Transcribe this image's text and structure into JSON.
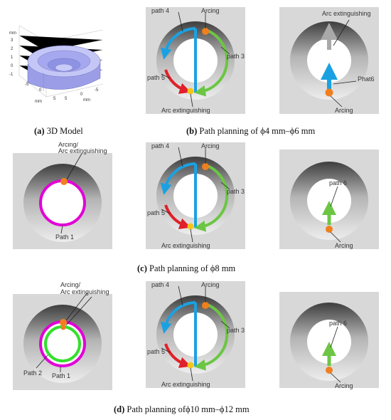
{
  "colors": {
    "tile_bg": "#d8d8d8",
    "ring_dark": "#555555",
    "ring_light": "#f2f2f2",
    "path_blue": "#1ba1e2",
    "path_green": "#6cc644",
    "path_red": "#e0202a",
    "path_magenta": "#e100d6",
    "marker_orange": "#f07f1e",
    "marker_yellow": "#f5c518",
    "arrow_gray": "#a9a9a9",
    "arc_yellow": "#ffc000"
  },
  "icons": [
    "arcing-point-marker",
    "arc-extinguishing-marker",
    "path-arrow"
  ],
  "model3d": {
    "axis_unit": "mm",
    "z_ticks": [
      "3",
      "2",
      "1",
      "0",
      "-1"
    ],
    "x_ticks": [
      "-5",
      "0",
      "5"
    ],
    "y_ticks": [
      "5",
      "0",
      "-5"
    ]
  },
  "captions": {
    "a_tag": "(a)",
    "a_text": "3D Model",
    "b_tag": "(b)",
    "b_text": "Path planning of ϕ4 mm–ϕ6 mm",
    "c_tag": "(c)",
    "c_text": "Path planning of ϕ8 mm",
    "d_tag": "(d)",
    "d_text": "Path planning ofϕ10 mm–ϕ12 mm"
  },
  "labels": {
    "path3": "path 3",
    "path4": "path 4",
    "path5": "path 5",
    "path6": "path 6",
    "phat6": "Phat6",
    "path1": "Path 1",
    "path2": "Path 2",
    "arcing": "Arcing",
    "arc_ext": "Arc extinguishing",
    "arcing_slash": "Arcing/"
  }
}
